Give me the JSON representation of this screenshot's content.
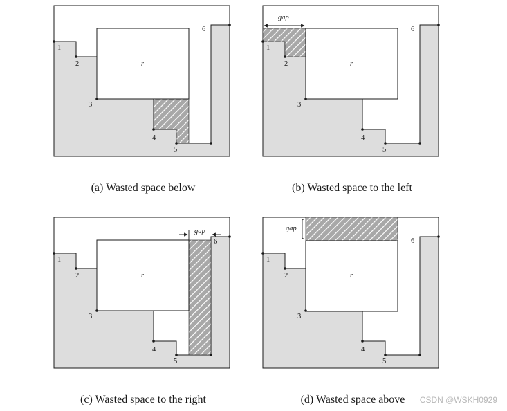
{
  "panels": [
    {
      "id": "a",
      "caption": "(a)  Wasted space below",
      "rect_label": "r",
      "corner_labels": [
        "1",
        "2",
        "3",
        "4",
        "5",
        "6"
      ],
      "gap_label": "",
      "waste": "below"
    },
    {
      "id": "b",
      "caption": "(b)  Wasted space to the left",
      "rect_label": "r",
      "corner_labels": [
        "1",
        "2",
        "3",
        "4",
        "5",
        "6"
      ],
      "gap_label": "gap",
      "waste": "left"
    },
    {
      "id": "c",
      "caption": "(c)  Wasted space to the right",
      "rect_label": "r",
      "corner_labels": [
        "1",
        "2",
        "3",
        "4",
        "5",
        "6"
      ],
      "gap_label": "gap",
      "waste": "right"
    },
    {
      "id": "d",
      "caption": "(d)  Wasted space above",
      "rect_label": "r",
      "corner_labels": [
        "1",
        "2",
        "3",
        "4",
        "5",
        "6"
      ],
      "gap_label": "gap",
      "waste": "above"
    }
  ],
  "watermark": "CSDN @WSKH0929",
  "colors": {
    "skyline_fill": "#dddddd",
    "hatch_fill": "#a8a8a8",
    "hatch_line": "#ffffff",
    "outline": "#1a1a1a"
  }
}
